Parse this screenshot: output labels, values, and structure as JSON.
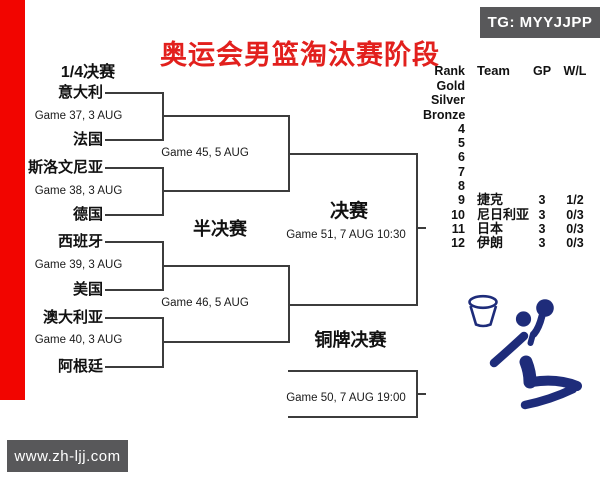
{
  "title": "奥运会男篮淘汰赛阶段",
  "badges": {
    "tg": "TG: MYYJJPP",
    "site": "www.zh-ljj.com"
  },
  "bracket": {
    "round_label": "1/4决赛",
    "semifinal_label": "半决赛",
    "final_label": "决赛",
    "bronze_label": "铜牌决赛",
    "quarterfinals": [
      {
        "team_top": "意大利",
        "team_bottom": "法国",
        "game": "Game 37, 3 AUG"
      },
      {
        "team_top": "斯洛文尼亚",
        "team_bottom": "德国",
        "game": "Game 38, 3 AUG"
      },
      {
        "team_top": "西班牙",
        "team_bottom": "美国",
        "game": "Game 39, 3 AUG"
      },
      {
        "team_top": "澳大利亚",
        "team_bottom": "阿根廷",
        "game": "Game 40, 3 AUG"
      }
    ],
    "semifinals": [
      {
        "game": "Game 45, 5 AUG"
      },
      {
        "game": "Game 46, 5 AUG"
      }
    ],
    "final_game": "Game 51, 7 AUG  10:30",
    "bronze_game": "Game 50, 7 AUG  19:00"
  },
  "standings": {
    "headers": {
      "rank": "Rank",
      "team": "Team",
      "gp": "GP",
      "wl": "W/L"
    },
    "rows": [
      {
        "rank": "Gold"
      },
      {
        "rank": "Silver"
      },
      {
        "rank": "Bronze"
      },
      {
        "rank": "4"
      },
      {
        "rank": "5"
      },
      {
        "rank": "6"
      },
      {
        "rank": "7"
      },
      {
        "rank": "8"
      },
      {
        "rank": "9",
        "team": "捷克",
        "gp": "3",
        "wl": "1/2"
      },
      {
        "rank": "10",
        "team": "尼日利亚",
        "gp": "3",
        "wl": "0/3"
      },
      {
        "rank": "11",
        "team": "日本",
        "gp": "3",
        "wl": "0/3"
      },
      {
        "rank": "12",
        "team": "伊朗",
        "gp": "3",
        "wl": "0/3"
      }
    ]
  },
  "icons": {
    "pictogram": "basketball-player-dunk-icon",
    "hoop": "basketball-hoop-icon"
  },
  "colors": {
    "accent_red": "#e2201d",
    "bar_red": "#f20500",
    "badge_gray": "#58585a",
    "line_gray": "#3c3c3c",
    "icon_blue": "#1e2c7a"
  }
}
